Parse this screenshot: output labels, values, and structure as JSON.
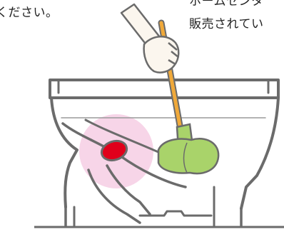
{
  "text": {
    "left_fragment": "ください。",
    "right_line1": "ホームセンタ",
    "right_line2": "販売されてい"
  },
  "colors": {
    "outline": "#6b6b6b",
    "splash_zone": "#f7d5e8",
    "drain_hole": "#e0001b",
    "plunger_cup": "#a9d36a",
    "plunger_handle": "#f0a93a",
    "hand_fill": "#fbf6ee",
    "water_line": "#9a9a9a"
  },
  "icons": {
    "toilet": "toilet-cross-section",
    "plunger": "rubber-plunger",
    "hand": "hand-holding"
  }
}
